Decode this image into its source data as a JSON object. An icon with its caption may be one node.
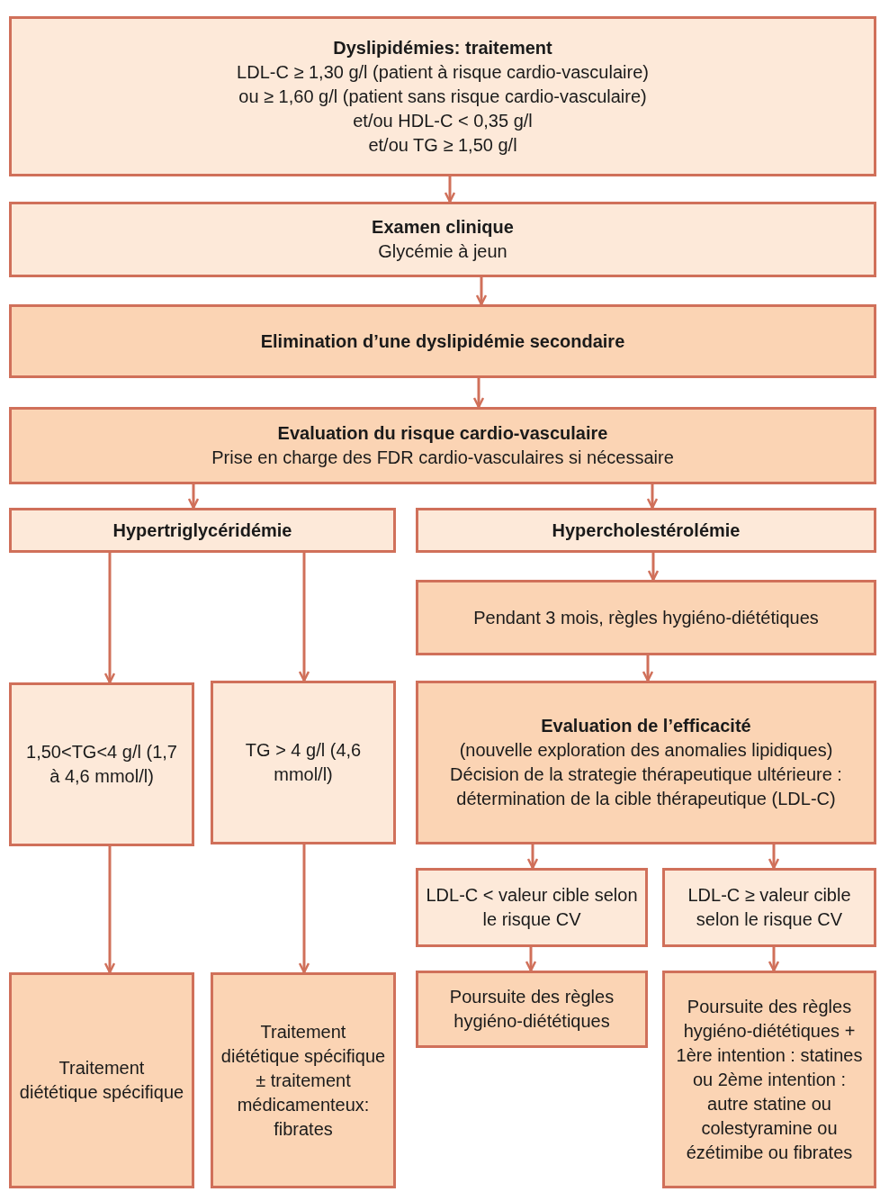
{
  "diagram": {
    "nodes": [
      {
        "text": [
          "Dyslipidémies: traitement",
          "LDL-C ≥ 1,30 g/l (patient à risque cardio-vasculaire)",
          "ou ≥ 1,60 g/l (patient sans risque cardio-vasculaire)",
          "et/ou HDL-C < 0,35 g/l",
          "et/ou TG ≥  1,50 g/l"
        ]
      },
      {
        "text": [
          "Examen clinique",
          "Glycémie à jeun"
        ]
      },
      {
        "text": [
          "Elimination d’une dyslipidémie secondaire"
        ]
      },
      {
        "text": [
          "Evaluation du risque cardio-vasculaire",
          "Prise en charge des FDR cardio-vasculaires si nécessaire"
        ]
      },
      {
        "text": [
          "Hypertriglycéridémie"
        ]
      },
      {
        "text": [
          "Hypercholestérolémie"
        ]
      },
      {
        "text": [
          "Pendant 3 mois, règles hygiéno-diététiques"
        ]
      },
      {
        "text": [
          "1,50<TG<4 g/l (1,7 à 4,6 mmol/l)"
        ]
      },
      {
        "text": [
          "TG > 4 g/l (4,6 mmol/l)"
        ]
      },
      {
        "text": [
          "Evaluation de l’efficacité",
          "(nouvelle exploration des anomalies lipidiques)",
          "Décision de la strategie thérapeutique ultérieure : détermination de la cible thérapeutique (LDL-C)"
        ]
      },
      {
        "text": [
          "LDL-C < valeur cible selon le risque CV"
        ]
      },
      {
        "text": [
          "LDL-C ≥ valeur cible selon le risque CV"
        ]
      },
      {
        "text": [
          "Traitement diététique spécifique"
        ]
      },
      {
        "text": [
          "Traitement diététique spécifique ± traitement médicamenteux: fibrates"
        ]
      },
      {
        "text": [
          "Poursuite des règles hygiéno-diététiques"
        ]
      },
      {
        "text": [
          "Poursuite des règles hygiéno-diététiques + 1ère intention : statines ou 2ème intention : autre statine ou colestyramine ou ézétimibe ou fibrates"
        ]
      }
    ],
    "edges": [
      {
        "from": 0,
        "to": 1,
        "arrow": "to"
      },
      {
        "from": 1,
        "to": 2,
        "arrow": "to"
      },
      {
        "from": 2,
        "to": 3,
        "arrow": "to"
      },
      {
        "from": 3,
        "to": 4,
        "arrow": "to"
      },
      {
        "from": 3,
        "to": 5,
        "arrow": "to"
      },
      {
        "from": 4,
        "to": 7,
        "arrow": "to"
      },
      {
        "from": 4,
        "to": 8,
        "arrow": "to"
      },
      {
        "from": 5,
        "to": 6,
        "arrow": "to"
      },
      {
        "from": 6,
        "to": 9,
        "arrow": "to"
      },
      {
        "from": 9,
        "to": 10,
        "arrow": "to"
      },
      {
        "from": 9,
        "to": 11,
        "arrow": "to"
      },
      {
        "from": 7,
        "to": 12,
        "arrow": "to"
      },
      {
        "from": 8,
        "to": 13,
        "arrow": "to"
      },
      {
        "from": 10,
        "to": 14,
        "arrow": "to"
      },
      {
        "from": 11,
        "to": 15,
        "arrow": "to"
      }
    ]
  }
}
